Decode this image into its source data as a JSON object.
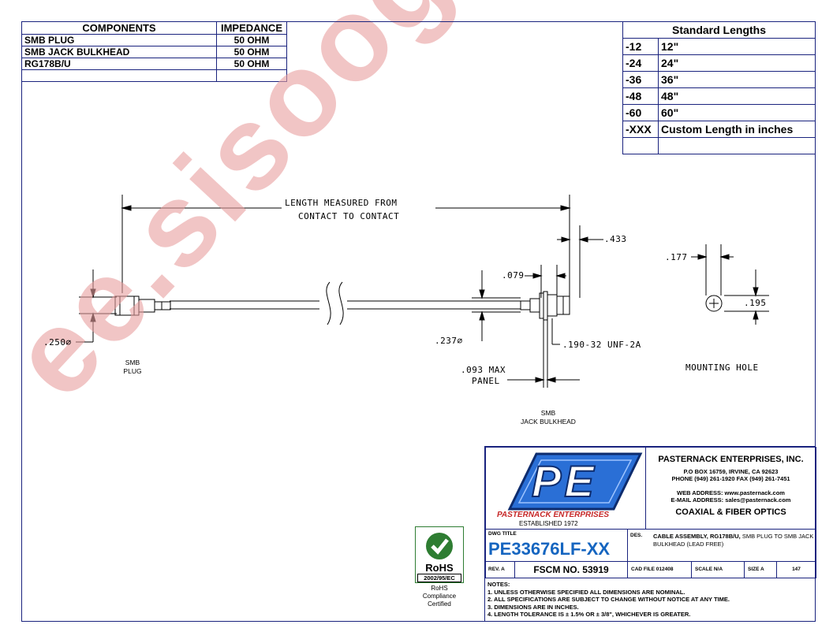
{
  "components_table": {
    "headers": [
      "COMPONENTS",
      "IMPEDANCE"
    ],
    "rows": [
      [
        "SMB PLUG",
        "50 OHM"
      ],
      [
        "SMB JACK BULKHEAD",
        "50 OHM"
      ],
      [
        "RG178B/U",
        "50 OHM"
      ],
      [
        "",
        ""
      ]
    ]
  },
  "lengths_table": {
    "header": "Standard Lengths",
    "rows": [
      [
        "-12",
        "12\""
      ],
      [
        "-24",
        "24\""
      ],
      [
        "-36",
        "36\""
      ],
      [
        "-48",
        "48\""
      ],
      [
        "-60",
        "60\""
      ],
      [
        "-XXX",
        "Custom Length in inches"
      ],
      [
        "",
        ""
      ]
    ]
  },
  "drawing": {
    "length_note_1": "LENGTH MEASURED FROM",
    "length_note_2": "CONTACT TO CONTACT",
    "dim_433": ".433",
    "dim_079": ".079",
    "dim_177": ".177",
    "dim_195": ".195",
    "dim_250": ".250⌀",
    "dim_237": ".237⌀",
    "thread": ".190-32 UNF-2A",
    "panel_1": ".093 MAX",
    "panel_2": "PANEL",
    "smb_plug_1": "SMB",
    "smb_plug_2": "PLUG",
    "jack_1": "SMB",
    "jack_2": "JACK BULKHEAD",
    "mounting_hole": "MOUNTING HOLE"
  },
  "rohs": {
    "mark": "RoHS",
    "directive": "2002/95/EC",
    "caption_1": "RoHS",
    "caption_2": "Compliance",
    "caption_3": "Certified"
  },
  "title_block": {
    "logo_text": "PE",
    "logo_company": "PASTERNACK ENTERPRISES",
    "logo_established": "ESTABLISHED 1972",
    "company": "PASTERNACK ENTERPRISES, INC.",
    "address": "P.O BOX 16759, IRVINE, CA 92623",
    "phone": "PHONE (949) 261-1920 FAX (949) 261-7451",
    "web": "WEB ADDRESS: www.pasternack.com",
    "email": "E-MAIL ADDRESS: sales@pasternack.com",
    "tagline": "COAXIAL & FIBER OPTICS",
    "dwg_title_label": "DWG TITLE",
    "part_number": "PE33676LF-XX",
    "des_label": "DES.",
    "description_bold": "CABLE ASSEMBLY, RG178B/U,",
    "description_rest": " SMB PLUG TO SMB JACK BULKHEAD (LEAD FREE)",
    "rev": "REV. A",
    "fscm": "FSCM NO.  53919",
    "cad_file": "CAD FILE   012408",
    "scale": "SCALE  N/A",
    "size": "SIZE  A",
    "sheet": "147",
    "notes_label": "NOTES:",
    "notes": [
      "1.  UNLESS OTHERWISE SPECIFIED ALL DIMENSIONS ARE NOMINAL.",
      "2.  ALL SPECIFICATIONS ARE SUBJECT TO CHANGE WITHOUT NOTICE AT ANY TIME.",
      "3.  DIMENSIONS ARE IN INCHES.",
      "4.  LENGTH TOLERANCE IS ± 1.5% OR ± 3/8\", WHICHEVER IS GREATER."
    ]
  },
  "watermark": "ee.sisoog.com",
  "colors": {
    "border": "#1a237e",
    "title_blue": "#1565c0",
    "logo_blue": "#2a6fd6",
    "watermark": "#e8a0a0",
    "rohs_green": "#2e7d32"
  }
}
